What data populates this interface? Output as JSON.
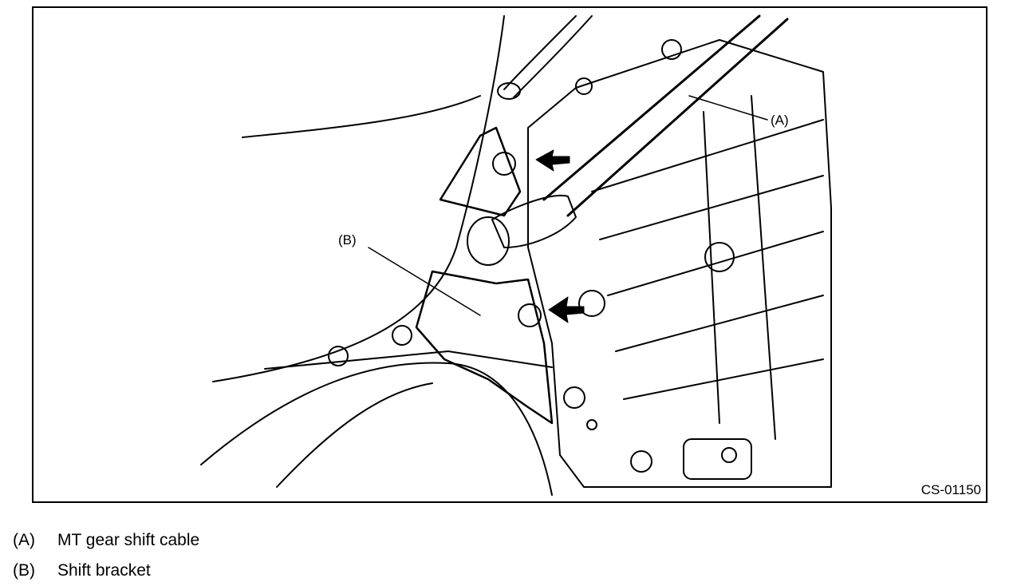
{
  "figure": {
    "code": "CS-01150",
    "callouts": {
      "a": "(A)",
      "b": "(B)"
    }
  },
  "legend": [
    {
      "key": "(A)",
      "text": "MT gear shift cable"
    },
    {
      "key": "(B)",
      "text": "Shift bracket"
    }
  ]
}
